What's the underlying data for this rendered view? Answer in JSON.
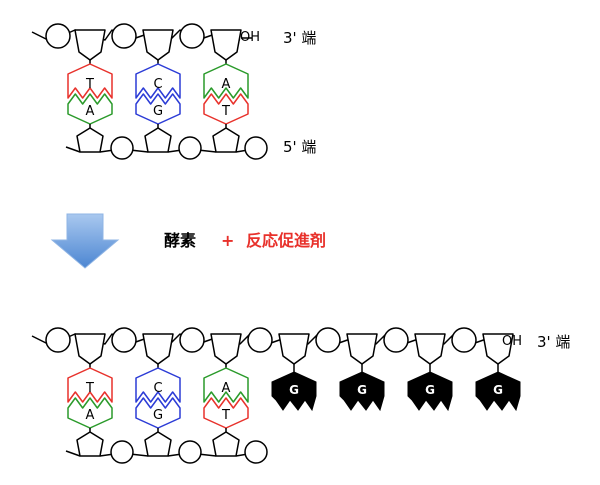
{
  "diagram_1": {
    "label_3": "3' 端",
    "label_5": "5' 端",
    "oh": "OH",
    "pairs": [
      {
        "top": "T",
        "bottom": "A",
        "top_color": "#e8312b",
        "bottom_color": "#2a9a2a"
      },
      {
        "top": "C",
        "bottom": "G",
        "top_color": "#2b3bd6",
        "bottom_color": "#2b3bd6"
      },
      {
        "top": "A",
        "bottom": "T",
        "top_color": "#2a9a2a",
        "bottom_color": "#e8312b"
      }
    ]
  },
  "step": {
    "enzyme": "酵素",
    "plus": "+",
    "promoter": "反応促進剤",
    "promoter_color": "#e8312b",
    "arrow_color": "#5b93d6"
  },
  "diagram_2": {
    "label_3": "3' 端",
    "oh": "OH",
    "pairs": [
      {
        "top": "T",
        "bottom": "A",
        "top_color": "#e8312b",
        "bottom_color": "#2a9a2a"
      },
      {
        "top": "C",
        "bottom": "G",
        "top_color": "#2b3bd6",
        "bottom_color": "#2b3bd6"
      },
      {
        "top": "A",
        "bottom": "T",
        "top_color": "#2a9a2a",
        "bottom_color": "#e8312b"
      }
    ],
    "added_bases": [
      "G",
      "G",
      "G",
      "G"
    ]
  }
}
